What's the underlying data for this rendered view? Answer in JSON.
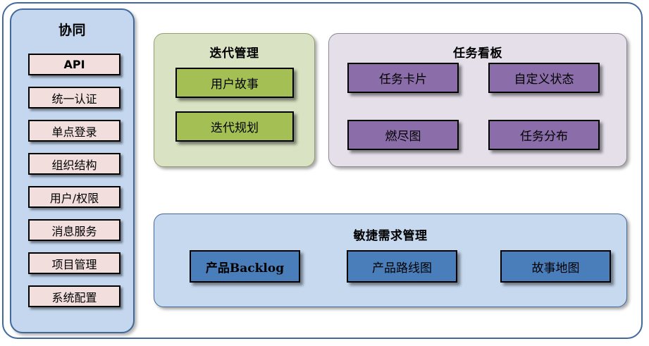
{
  "diagram": {
    "sidebar": {
      "title": "协同",
      "items": [
        {
          "label": "API",
          "emphasis": "bold"
        },
        {
          "label": "统一认证",
          "emphasis": "normal"
        },
        {
          "label": "单点登录",
          "emphasis": "normal"
        },
        {
          "label": "组织结构",
          "emphasis": "normal"
        },
        {
          "label": "用户/权限",
          "emphasis": "normal"
        },
        {
          "label": "消息服务",
          "emphasis": "normal"
        },
        {
          "label": "项目管理",
          "emphasis": "normal"
        },
        {
          "label": "系统配置",
          "emphasis": "normal"
        }
      ],
      "colors": {
        "panel": "#c4d7ef",
        "border": "#41699c",
        "item_fill": "#f1dedd"
      }
    },
    "iteration": {
      "title": "迭代管理",
      "items": [
        {
          "label": "用户故事"
        },
        {
          "label": "迭代规划"
        }
      ],
      "colors": {
        "panel": "#d9e3c3",
        "border": "#95a06e",
        "item_fill": "#a4c055"
      }
    },
    "taskboard": {
      "title": "任务看板",
      "items": [
        {
          "label": "任务卡片"
        },
        {
          "label": "自定义状态"
        },
        {
          "label": "燃尽图"
        },
        {
          "label": "任务分布"
        }
      ],
      "colors": {
        "panel": "#e5dfea",
        "border": "#8d8796",
        "item_fill": "#8b6da9"
      }
    },
    "agile": {
      "title": "敏捷需求管理",
      "items": [
        {
          "label": "产品Backlog"
        },
        {
          "label": "产品路线图"
        },
        {
          "label": "故事地图"
        }
      ],
      "colors": {
        "panel": "#c6d9ef",
        "border": "#41699c",
        "item_fill": "#4a7ebb"
      }
    },
    "frame": {
      "border": "#41699c"
    }
  }
}
